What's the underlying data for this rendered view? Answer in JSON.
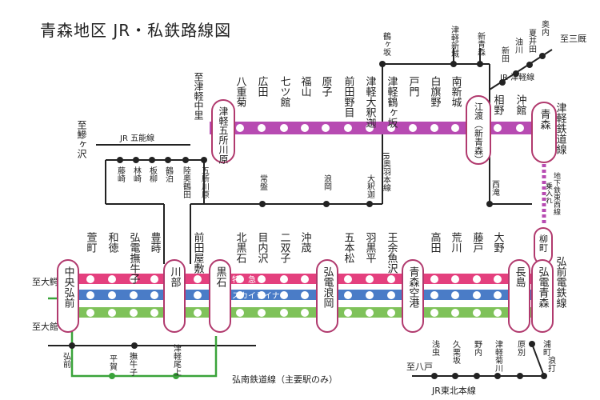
{
  "title": "青森地区 JR・私鉄路線図",
  "colors": {
    "purple": "#b74bb2",
    "pink": "#e4407e",
    "blue": "#4a7cc7",
    "green": "#7fc25a",
    "nanjo": "#3aa33a",
    "black": "#222222",
    "station_box": "#b13a6e"
  },
  "purple_line": {
    "stations": [
      "八重菊",
      "広田",
      "七ツ館",
      "福山",
      "原子",
      "前田野目",
      "津軽大釈迦",
      "津軽鶴ヶ坂",
      "戸門",
      "白旗野",
      "南新城"
    ]
  },
  "purple_boxes": {
    "goshogawara": "津軽五所川原",
    "kanita": "江渡（新青森）"
  },
  "purple_right": [
    "相野",
    "沖館"
  ],
  "aomori_box": "青森",
  "tsugaru_tetsudo": "津軽鉄道線",
  "to_tsugaru_nakasato": "至津軽中里",
  "to_ajigasawa": "至鰺ヶ沢",
  "jr_gono_label": "JR 五能線",
  "gono_stations": [
    "藤崎",
    "林崎",
    "板柳",
    "鶴泊",
    "陸奥鶴田",
    "五所川原"
  ],
  "ou_line": {
    "label": "JR奥羽本線",
    "stations": [
      "常盤",
      "浪岡",
      "大釈迦"
    ],
    "top": "鶴ヶ坂",
    "top2": "津軽新城",
    "top3": "新青森"
  },
  "tsugaru_line": {
    "label": "JR 津軽線",
    "stations": [
      "新田",
      "油川",
      "夏井田",
      "奥内"
    ],
    "to": "至三厩"
  },
  "nishiaomori": "西滝",
  "chikatetsu": "地下鉄東西線",
  "norikae": "乗入れ",
  "yanagi_box": "柳町",
  "main_line_stations": [
    "萱町",
    "和徳",
    "弘電撫牛子",
    "豊蒔",
    "前田屋敷",
    "北黒石",
    "目内沢",
    "二双子",
    "沖荿",
    "五本松",
    "羽黒平",
    "王余魚沢",
    "高田",
    "荒川",
    "藤戸",
    "大野"
  ],
  "main_boxes": [
    "中央弘前",
    "川部",
    "黒石",
    "弘電浪岡",
    "青森空港",
    "長島",
    "弘電青森"
  ],
  "line_labels": {
    "tokkyu": "特　急",
    "skyliner": "スカイライナー"
  },
  "konan_right": "弘前電鉄線",
  "to_odate": "至大館",
  "to_owani": "至大鰐",
  "south": {
    "hirosaki": "弘前",
    "hiraga": "平賀",
    "bushigoshi": "撫牛子",
    "onoe": "津軽尾上",
    "label": "弘南鉄道線（主要駅のみ）"
  },
  "tohoku": {
    "to": "至八戸",
    "stations": [
      "浅虫",
      "久栗坂",
      "野内",
      "津軽菊川",
      "原別"
    ],
    "label": "JR東北本線",
    "asamushi_hakkoda": "浦町",
    "tsugaru": "浪打"
  }
}
